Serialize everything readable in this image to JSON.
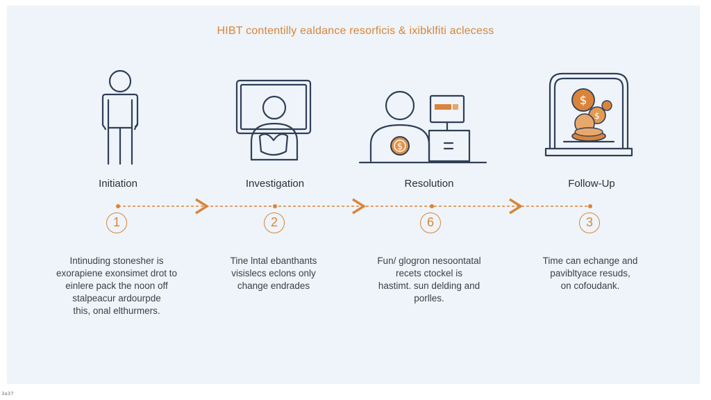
{
  "title": "HIBT contentilly ealdance resorficis & ixibklfiti aclecess",
  "stages": [
    {
      "label": "Initiation",
      "number": "1",
      "icon": "person-icon",
      "description": "Intinuding stonesher is\nexorapiene exonsimet drot to\neinlere pack the noon off\nstalpeacur ardourpde\nthis, onal elthurmers."
    },
    {
      "label": "Investigation",
      "number": "2",
      "icon": "person-monitor-icon",
      "description": "Tine lntal ebanthants\nvisislecs eclons only\nchange endrades"
    },
    {
      "label": "Resolution",
      "number": "6",
      "icon": "person-desk-coin-icon",
      "description": "Fun/ glogron nesoontatal\nrecets ctockel is\nhastimt. sun delding and\nporlles."
    },
    {
      "label": "Follow-Up",
      "number": "3",
      "icon": "coin-stack-frame-icon",
      "description": "Time can echange and\npavibltyace resuds,\non cofoudank."
    }
  ],
  "corner_tag": "3a37",
  "colors": {
    "accent": "#d9843a",
    "line": "#2f3e58",
    "background": "#eef4f9"
  }
}
